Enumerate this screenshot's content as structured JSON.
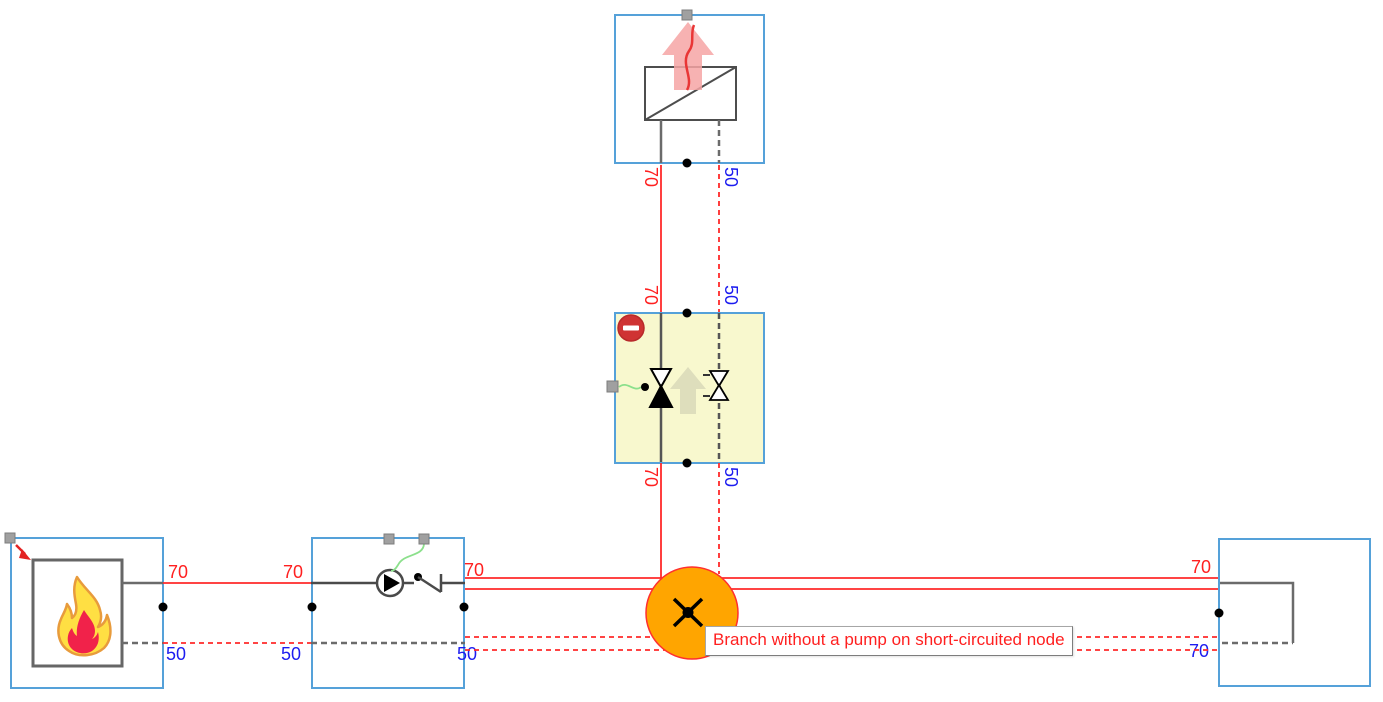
{
  "diagram": {
    "temps": {
      "supply": "70",
      "return": "50",
      "short_circuit_return": "70"
    },
    "warning": {
      "tooltip_text": "Branch without a pump on short-circuited node"
    },
    "components": {
      "heat_emitter": "heat emitter (radiator with heat-loss arrow)",
      "valve_group": "control valve group (highlighted, has error)",
      "heat_source": "heat source (boiler with flame)",
      "pump_branch": "pump with non-return valve",
      "bypass": "short-circuit bypass branch",
      "node": "short-circuited node"
    },
    "icons": {
      "error_badge": "minus-circle-icon",
      "node_marker": "short-circuit-x-icon",
      "heat_source": "flame-icon",
      "heat_loss": "up-arrow-with-wavy-line-icon",
      "pump": "circle-right-triangle-pump-icon",
      "check_valve": "non-return-valve-icon",
      "control_valve": "two-way-valve-icon",
      "balancing_valve": "balancing-valve-icon",
      "flow_direction": "faint-up-arrow-icon",
      "drag_handle": "gray-square-handle-icon",
      "move_arrow": "red-diagonal-arrow-icon"
    },
    "colors": {
      "selection_border": "#55a1d9",
      "supply_line": "#ff2a2a",
      "return_label": "#1c1cf0",
      "node_fill": "#ffa500",
      "error_badge": "#cf3333",
      "group_highlight": "#f8f8ce"
    }
  }
}
